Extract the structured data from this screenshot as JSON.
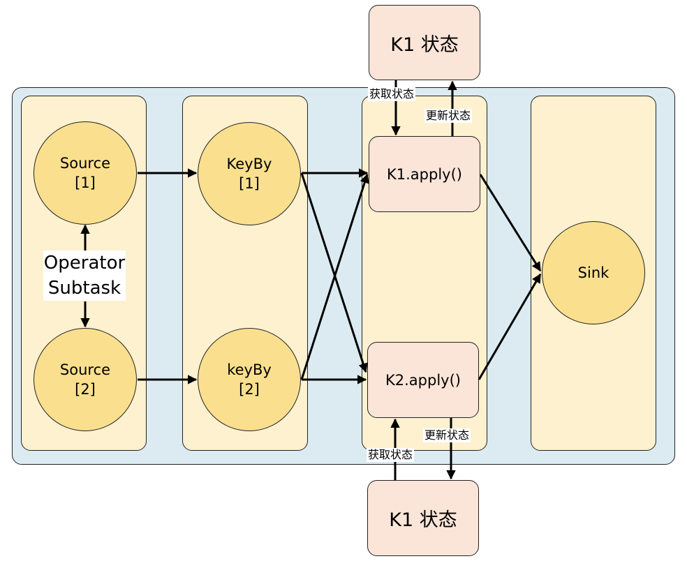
{
  "nodes": {
    "source1": [
      "Source",
      "[1]"
    ],
    "source2": [
      "Source",
      "[2]"
    ],
    "keyby1": [
      "KeyBy",
      "[1]"
    ],
    "keyby2": [
      "keyBy",
      "[2]"
    ],
    "k1_apply": "K1.apply()",
    "k2_apply": "K2.apply()",
    "sink": "Sink"
  },
  "state_top": "K1 状态",
  "state_bottom": "K1 状态",
  "labels": {
    "get_state_top": "获取状态",
    "update_state_top": "更新状态",
    "get_state_bottom": "获取状态",
    "update_state_bottom": "更新状态",
    "operator_subtask": [
      "Operator",
      "Subtask"
    ]
  },
  "colors": {
    "container": "#dcebf2",
    "column": "#fdf1cf",
    "circle": "#fadf8e",
    "box": "#fbe5d8"
  }
}
